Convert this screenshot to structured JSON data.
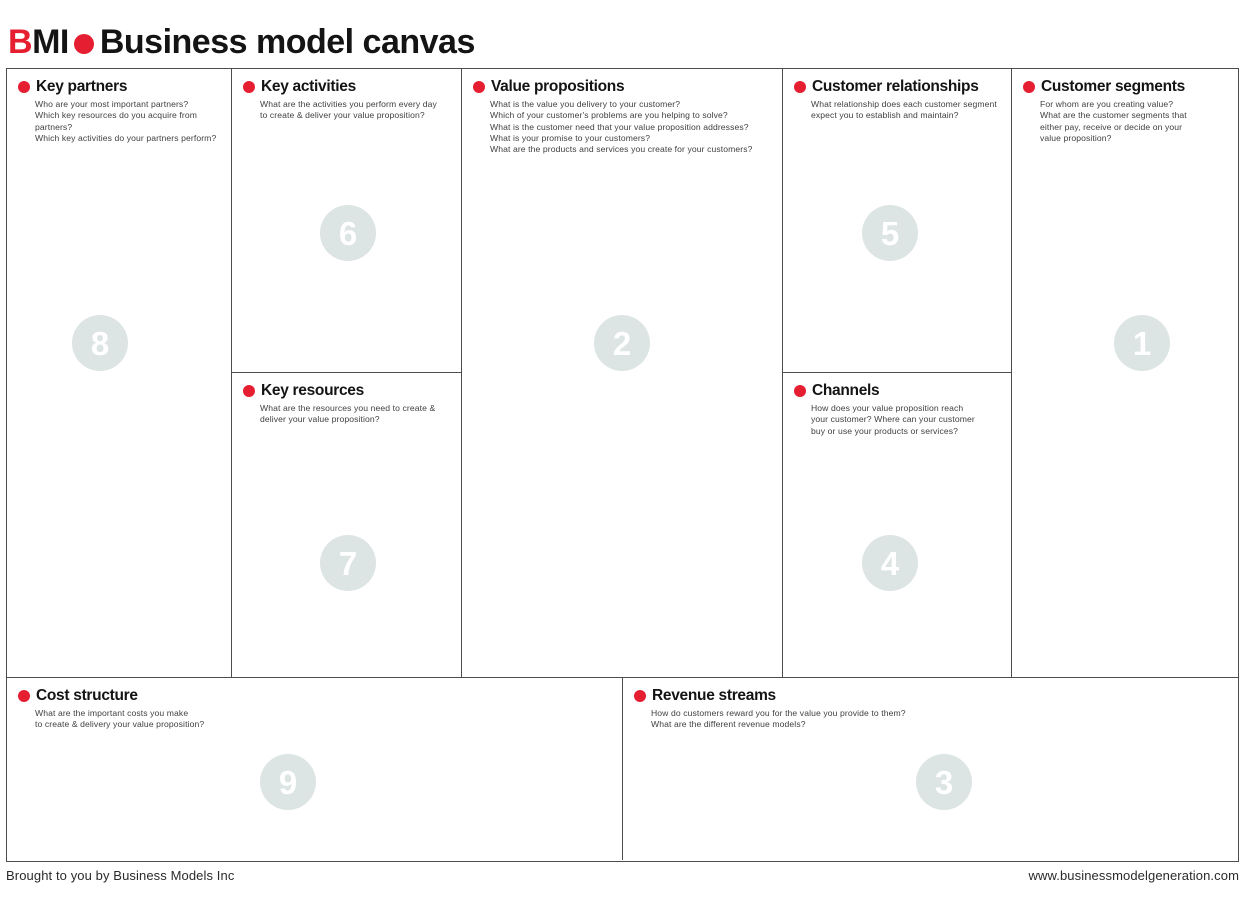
{
  "header": {
    "logo_b": "B",
    "logo_mi": "MI",
    "title": "Business model canvas"
  },
  "colors": {
    "accent_red": "#e61e32",
    "grid_border": "#4d4d4d",
    "number_circle_fill": "#dde4e4",
    "number_circle_text": "#ffffff"
  },
  "sections": {
    "key_partners": {
      "title": "Key partners",
      "description": "Who are your most important partners?\nWhich key resources do you acquire from partners?\nWhich key activities do your partners perform?",
      "number": "8"
    },
    "key_activities": {
      "title": "Key activities",
      "description": "What are the activities you perform every day\nto create & deliver your value proposition?",
      "number": "6"
    },
    "key_resources": {
      "title": "Key resources",
      "description": "What are the resources you need to create &\ndeliver your value proposition?",
      "number": "7"
    },
    "value_propositions": {
      "title": "Value propositions",
      "description": "What is the value you delivery to your customer?\nWhich of your customer's problems are you helping to solve?\nWhat is the customer need that your value proposition addresses?\nWhat is your promise to your customers?\nWhat are the products and services you create for your customers?",
      "number": "2"
    },
    "customer_relationships": {
      "title": "Customer relationships",
      "description": "What relationship does each customer segment\nexpect you to establish and maintain?",
      "number": "5"
    },
    "channels": {
      "title": "Channels",
      "description": "How does your value proposition reach\nyour customer? Where can your customer\nbuy or use your products or services?",
      "number": "4"
    },
    "customer_segments": {
      "title": "Customer segments",
      "description": "For whom are you creating value?\nWhat are the customer segments that\neither pay, receive or decide on your\nvalue proposition?",
      "number": "1"
    },
    "cost_structure": {
      "title": "Cost structure",
      "description": "What are the important costs you make\nto create & delivery your value proposition?",
      "number": "9"
    },
    "revenue_streams": {
      "title": "Revenue streams",
      "description": "How do customers reward you for the value you provide to them?\nWhat are the different revenue models?",
      "number": "3"
    }
  },
  "footer": {
    "left": "Brought to you by Business Models Inc",
    "right": "www.businessmodelgeneration.com"
  }
}
